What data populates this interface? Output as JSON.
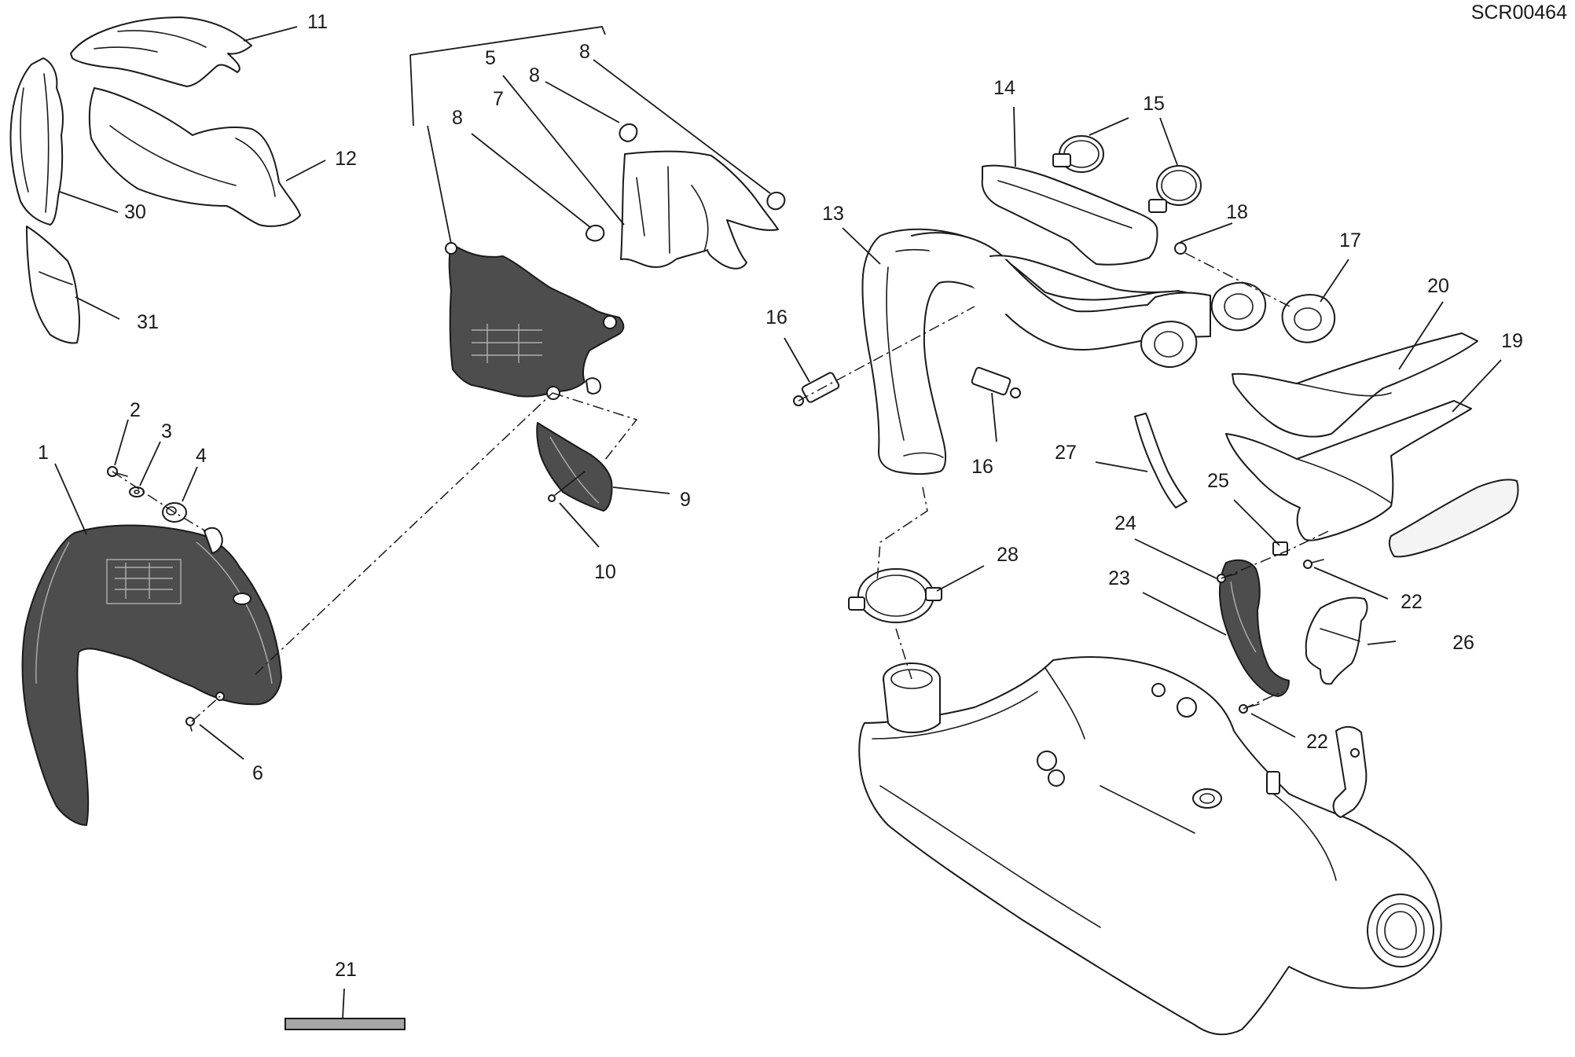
{
  "drawing_code": "SCR00464",
  "callouts": [
    "1",
    "2",
    "3",
    "4",
    "5",
    "6",
    "7",
    "8",
    "8",
    "8",
    "9",
    "10",
    "11",
    "12",
    "13",
    "14",
    "15",
    "16",
    "16",
    "17",
    "18",
    "19",
    "20",
    "21",
    "22",
    "22",
    "23",
    "24",
    "25",
    "26",
    "27",
    "28",
    "30",
    "31"
  ]
}
